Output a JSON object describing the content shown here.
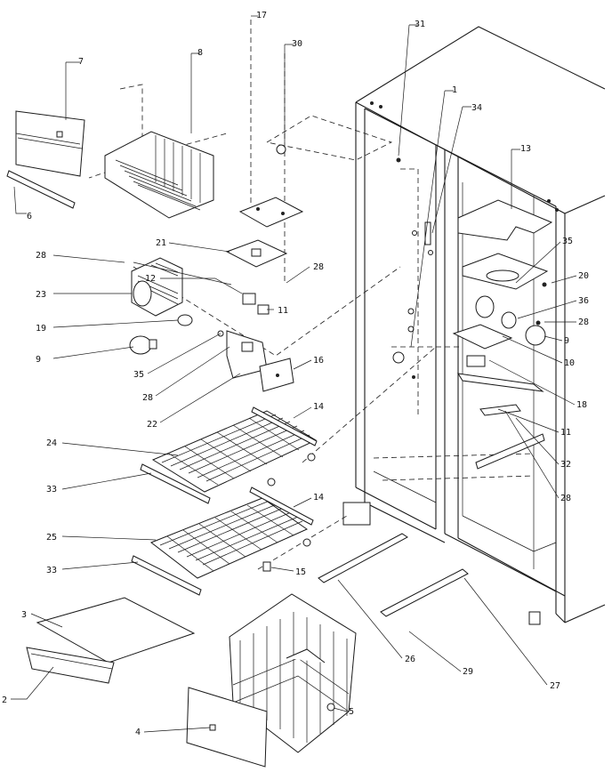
{
  "labels": {
    "l1": "1",
    "l2": "2",
    "l3": "3",
    "l4": "4",
    "l5": "5",
    "l6": "6",
    "l7": "7",
    "l8": "8",
    "l9a": "9",
    "l9b": "9",
    "l10": "10",
    "l11a": "11",
    "l11b": "11",
    "l12": "12",
    "l13": "13",
    "l14a": "14",
    "l14b": "14",
    "l15": "15",
    "l16": "16",
    "l17": "17",
    "l18": "18",
    "l19": "19",
    "l20": "20",
    "l21": "21",
    "l22": "22",
    "l23": "23",
    "l24": "24",
    "l25": "25",
    "l26": "26",
    "l27": "27",
    "l28a": "28",
    "l28b": "28",
    "l28c": "28",
    "l28d": "28",
    "l28e": "28",
    "l29": "29",
    "l30": "30",
    "l31": "31",
    "l32": "32",
    "l33a": "33",
    "l33b": "33",
    "l34": "34",
    "l35a": "35",
    "l35b": "35",
    "l36": "36"
  }
}
